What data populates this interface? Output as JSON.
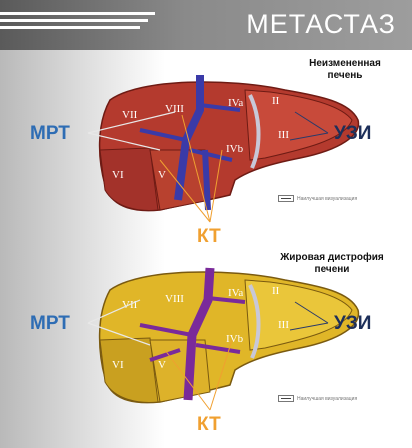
{
  "header": {
    "title": "МЕТАСТАЗ"
  },
  "panels": [
    {
      "caption_line1": "Неизмененная",
      "caption_line2": "печень",
      "left_label": "МРТ",
      "right_label": "УЗИ",
      "bottom_label": "КТ",
      "legend_text": "Наилучшая визуализация",
      "segments": [
        "VII",
        "VIII",
        "IVa",
        "II",
        "III",
        "IVb",
        "VI",
        "V"
      ],
      "liver_color": "#b43a2e"
    },
    {
      "caption_line1": "Жировая дистрофия",
      "caption_line2": "печени",
      "left_label": "МРТ",
      "right_label": "УЗИ",
      "bottom_label": "КТ",
      "legend_text": "Наилучшая визуализация",
      "segments": [
        "VII",
        "VIII",
        "IVa",
        "II",
        "III",
        "IVb",
        "VI",
        "V"
      ],
      "liver_color": "#e0b628"
    }
  ],
  "colors": {
    "mrt_label": "#2e6db4",
    "uzi_label": "#1d2f5a",
    "kt_label": "#f0a030",
    "vessel": "#3a3aa8",
    "vessel_fatty": "#7a2a9a"
  }
}
